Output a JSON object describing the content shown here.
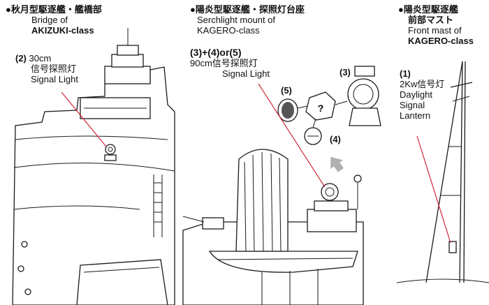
{
  "panels": [
    {
      "header_line1": "●秋月型駆逐艦・艦橋部",
      "header_line2": "Bridge of",
      "header_line3": "AKIZUKI-class",
      "callout_number": "(2)",
      "callout_size": "30cm",
      "callout_jp": "信号探照灯",
      "callout_en": "Signal Light"
    },
    {
      "header_line1": "●陽炎型駆逐艦・探照灯台座",
      "header_line2": "Serchlight mount of",
      "header_line3": "KAGERO-class",
      "option_expr": "(3)+(4)or(5)",
      "callout_size_jp": "90cm信号探照灯",
      "callout_en": "Signal Light",
      "part_labels": [
        "(3)",
        "(5)",
        "(4)"
      ]
    },
    {
      "header_line1": "●陽炎型駆逐艦",
      "header_line2": "前部マスト",
      "header_line3": "Front mast of",
      "header_line4": "KAGERO-class",
      "callout_number": "(1)",
      "callout_line1": "2Kw信号灯",
      "callout_line2": "Daylight",
      "callout_line3": "Signal",
      "callout_line4": "Lantern"
    }
  ],
  "colors": {
    "leader_line": "#d0283a",
    "arrow": "#b0b0b0",
    "ink": "#1a1a1a"
  }
}
